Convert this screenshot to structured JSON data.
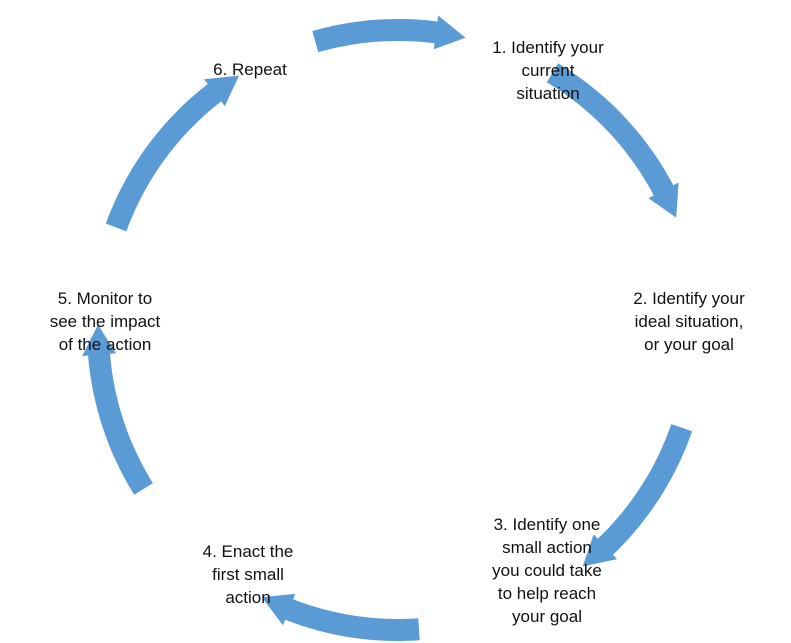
{
  "diagram": {
    "type": "cycle",
    "arrow_color": "#5b9bd5",
    "steps": [
      {
        "id": 1,
        "label": "1. Identify your\ncurrent\nsituation"
      },
      {
        "id": 2,
        "label": "2. Identify your\nideal situation,\nor your goal"
      },
      {
        "id": 3,
        "label": "3. Identify  one\nsmall action\nyou could take\nto help reach\nyour goal"
      },
      {
        "id": 4,
        "label": "4. Enact the\nfirst small\naction"
      },
      {
        "id": 5,
        "label": "5. Monitor to\nsee the impact\nof the action"
      },
      {
        "id": 6,
        "label": "6. Repeat"
      }
    ],
    "arrows": [
      {
        "from": 6,
        "to": 1
      },
      {
        "from": 1,
        "to": 2
      },
      {
        "from": 2,
        "to": 3
      },
      {
        "from": 3,
        "to": 4
      },
      {
        "from": 4,
        "to": 5
      },
      {
        "from": 5,
        "to": 6
      }
    ]
  }
}
